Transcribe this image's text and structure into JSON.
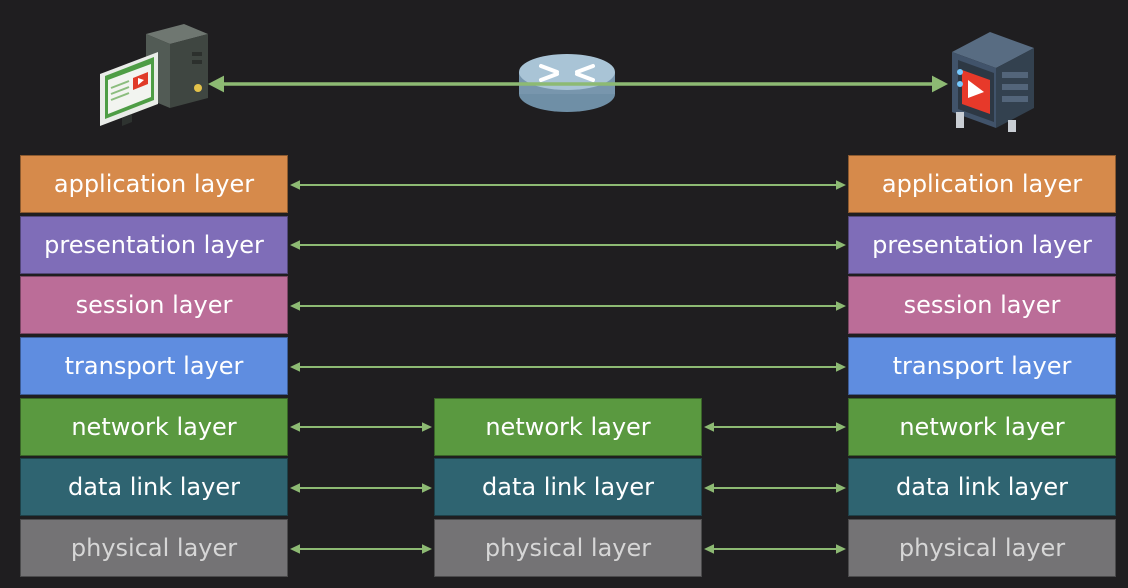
{
  "colors": {
    "background": "#1f1e20",
    "arrow": "#8dba73",
    "application": "#d68a4b",
    "presentation": "#7f6db8",
    "session": "#bb6d98",
    "transport": "#5f8de0",
    "network": "#5a9940",
    "datalink": "#2f6471",
    "physical": "#747375"
  },
  "left_stack": [
    {
      "label": "application layer"
    },
    {
      "label": "presentation layer"
    },
    {
      "label": "session layer"
    },
    {
      "label": "transport layer"
    },
    {
      "label": "network layer"
    },
    {
      "label": "data link layer"
    },
    {
      "label": "physical layer"
    }
  ],
  "middle_stack": [
    {
      "label": "network layer"
    },
    {
      "label": "data link layer"
    },
    {
      "label": "physical layer"
    }
  ],
  "right_stack": [
    {
      "label": "application layer"
    },
    {
      "label": "presentation layer"
    },
    {
      "label": "session layer"
    },
    {
      "label": "transport layer"
    },
    {
      "label": "network layer"
    },
    {
      "label": "data link layer"
    },
    {
      "label": "physical layer"
    }
  ],
  "icons": {
    "client": "computer-icon",
    "router": "router-icon",
    "server": "server-icon"
  }
}
